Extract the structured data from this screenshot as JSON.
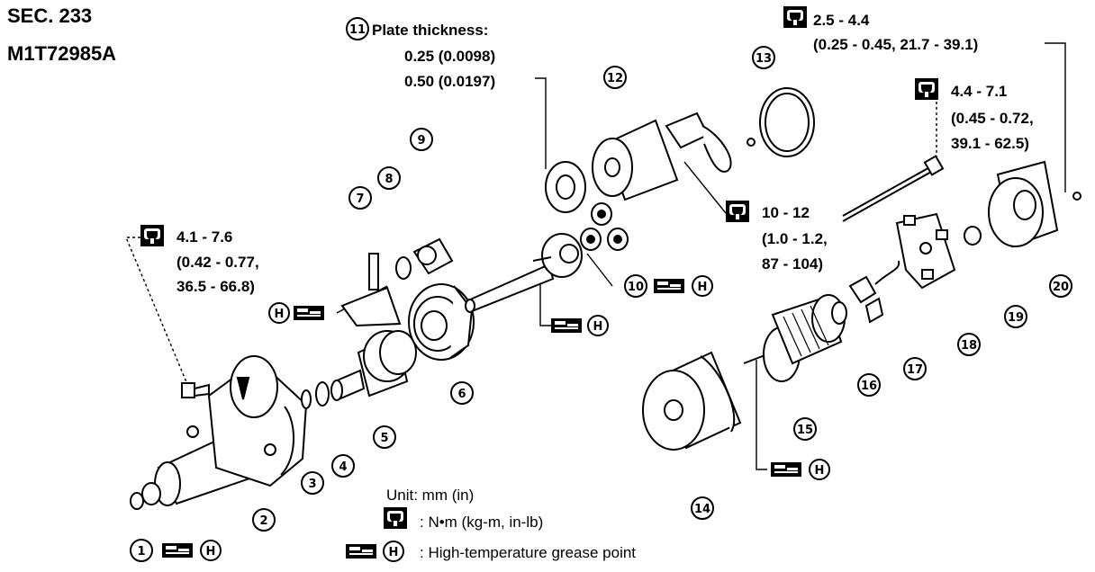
{
  "header": {
    "section": "SEC. 233",
    "model": "M1T72985A"
  },
  "plate_note": {
    "title": "Plate thickness:",
    "values": [
      "0.25 (0.0098)",
      "0.50 (0.0197)"
    ]
  },
  "callouts": {
    "c1": "1",
    "c2": "2",
    "c3": "3",
    "c4": "4",
    "c5": "5",
    "c6": "6",
    "c7": "7",
    "c8": "8",
    "c9": "9",
    "c10": "10",
    "c11": "11",
    "c12": "12",
    "c13": "13",
    "c14": "14",
    "c15": "15",
    "c16": "16",
    "c17": "17",
    "c18": "18",
    "c19": "19",
    "c20": "20",
    "grease_h": "H"
  },
  "torque_specs": {
    "top_right": {
      "line1": "2.5 - 4.4",
      "line2": "(0.25 - 0.45, 21.7 - 39.1)"
    },
    "through_bolt": {
      "line1": "4.4 - 7.1",
      "line2": "(0.45 - 0.72,",
      "line3": "39.1 - 62.5)"
    },
    "terminal_nut": {
      "line1": "10 - 12",
      "line2": "(1.0 - 1.2,",
      "line3": "87 - 104)"
    },
    "mount_bolt": {
      "line1": "4.1 - 7.6",
      "line2": "(0.42 - 0.77,",
      "line3": "36.5 - 66.8)"
    }
  },
  "legend": {
    "unit": "Unit: mm (in)",
    "torque": ": N•m (kg-m, in-lb)",
    "grease": ": High-temperature grease point"
  }
}
